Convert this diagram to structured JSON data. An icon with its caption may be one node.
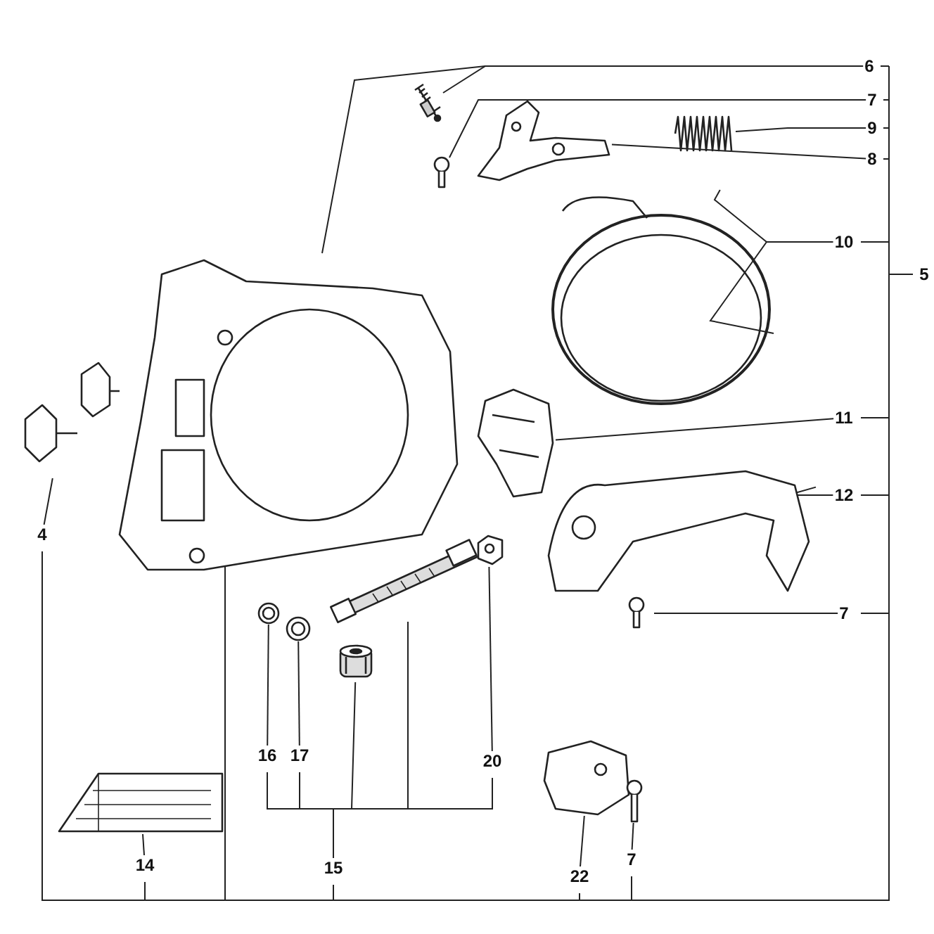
{
  "diagram": {
    "nodes": [
      {
        "text": [
          "6"
        ]
      },
      {
        "text": [
          "7"
        ]
      },
      {
        "text": [
          "9"
        ]
      },
      {
        "text": [
          "8"
        ]
      },
      {
        "text": [
          "10"
        ]
      },
      {
        "text": [
          "5"
        ]
      },
      {
        "text": [
          "11"
        ]
      },
      {
        "text": [
          "12"
        ]
      },
      {
        "text": [
          "7"
        ]
      },
      {
        "text": [
          "4"
        ]
      },
      {
        "text": [
          "16"
        ]
      },
      {
        "text": [
          "17"
        ]
      },
      {
        "text": [
          "20"
        ]
      },
      {
        "text": [
          "14"
        ]
      },
      {
        "text": [
          "15"
        ]
      },
      {
        "text": [
          "22"
        ]
      },
      {
        "text": [
          "7"
        ]
      },
      {
        "text": [],
        "shape": "picture"
      },
      {
        "text": [],
        "shape": "picture"
      },
      {
        "text": [],
        "shape": "picture"
      },
      {
        "text": [],
        "shape": "picture"
      },
      {
        "text": [],
        "shape": "picture"
      },
      {
        "text": [],
        "shape": "picture"
      },
      {
        "text": [],
        "shape": "picture"
      },
      {
        "text": [],
        "shape": "picture"
      },
      {
        "text": [],
        "shape": "picture"
      },
      {
        "text": [],
        "shape": "picture"
      },
      {
        "text": [],
        "shape": "picture"
      },
      {
        "text": [],
        "shape": "picture"
      },
      {
        "text": [],
        "shape": "picture"
      },
      {
        "text": [],
        "shape": "picture"
      },
      {
        "text": [],
        "shape": "picture"
      },
      {
        "text": [],
        "shape": "picture"
      },
      {
        "text": [],
        "shape": "picture"
      },
      {
        "text": [],
        "shape": "picture"
      }
    ],
    "edges": [
      {
        "from": 0,
        "to": 17,
        "arrow": "none"
      },
      {
        "from": 1,
        "to": 18,
        "arrow": "none"
      },
      {
        "from": 2,
        "to": 20,
        "arrow": "none"
      },
      {
        "from": 3,
        "to": 19,
        "arrow": "none"
      },
      {
        "from": 4,
        "to": 21,
        "arrow": "none"
      },
      {
        "from": 4,
        "to": 21,
        "arrow": "none"
      },
      {
        "from": 6,
        "to": 24,
        "arrow": "none"
      },
      {
        "from": 7,
        "to": 25,
        "arrow": "none"
      },
      {
        "from": 8,
        "to": 26,
        "arrow": "none"
      },
      {
        "from": 9,
        "to": 23,
        "arrow": "none"
      },
      {
        "from": 10,
        "to": 27,
        "arrow": "none"
      },
      {
        "from": 11,
        "to": 28,
        "arrow": "none"
      },
      {
        "from": 12,
        "to": 29,
        "arrow": "none"
      },
      {
        "from": 13,
        "to": 32,
        "arrow": "none"
      },
      {
        "from": 14,
        "to": 30,
        "arrow": "none"
      },
      {
        "from": 14,
        "to": 31,
        "arrow": "none"
      },
      {
        "from": 15,
        "to": 33,
        "arrow": "none"
      },
      {
        "from": 16,
        "to": 34,
        "arrow": "none"
      },
      {
        "from": 0,
        "to": 22,
        "arrow": "none"
      }
    ]
  }
}
